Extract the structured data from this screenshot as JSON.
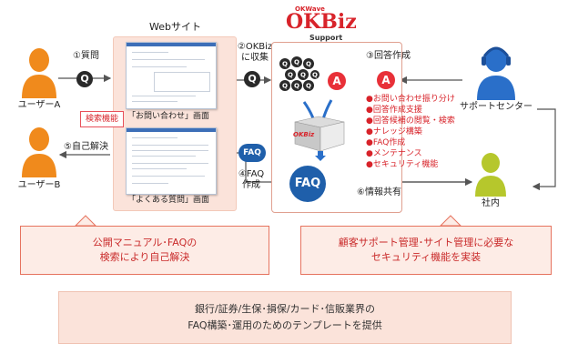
{
  "logo": {
    "brand": "OKWave",
    "product": "OKBiz",
    "sub": "Support"
  },
  "website": {
    "title": "Webサイト",
    "inquiry_caption": "「お問い合わせ」画面",
    "faq_caption": "「よくある質問」画面",
    "search_label": "検索機能"
  },
  "actors": {
    "user_a": "ユーザーA",
    "user_b": "ユーザーB",
    "support_center": "サポートセンター",
    "internal": "社内"
  },
  "steps": {
    "s1": "①質問",
    "s2_line1": "②OKBiz",
    "s2_line2": "に収集",
    "s3": "③回答作成",
    "s4_line1": "④FAQ",
    "s4_line2": "作成",
    "s5": "⑤自己解決",
    "s6": "⑥情報共有"
  },
  "icons": {
    "q": "Q",
    "a": "A",
    "faq": "FAQ",
    "box": "OKBiz"
  },
  "features": [
    "●お問い合わせ振り分け",
    "●回答作成支援",
    "●回答候補の閲覧・検索",
    "●ナレッジ構築",
    "●FAQ作成",
    "●メンテナンス",
    "●セキュリティ機能"
  ],
  "callouts": {
    "left_line1": "公開マニュアル･FAQの",
    "left_line2": "検索により自己解決",
    "right_line1": "顧客サポート管理･サイト管理に必要な",
    "right_line2": "セキュリティ機能を実装"
  },
  "bottom": {
    "line1": "銀行/証券/生保･損保/カード･信販業界の",
    "line2": "FAQ構築･運用のためのテンプレートを提供"
  },
  "colors": {
    "orange_person": "#f08a1c",
    "blue_person": "#2a6fc9",
    "green_person": "#b6c72c",
    "red": "#e83038",
    "faq_blue": "#1f5faa",
    "panel_pink": "#fbe3da"
  }
}
